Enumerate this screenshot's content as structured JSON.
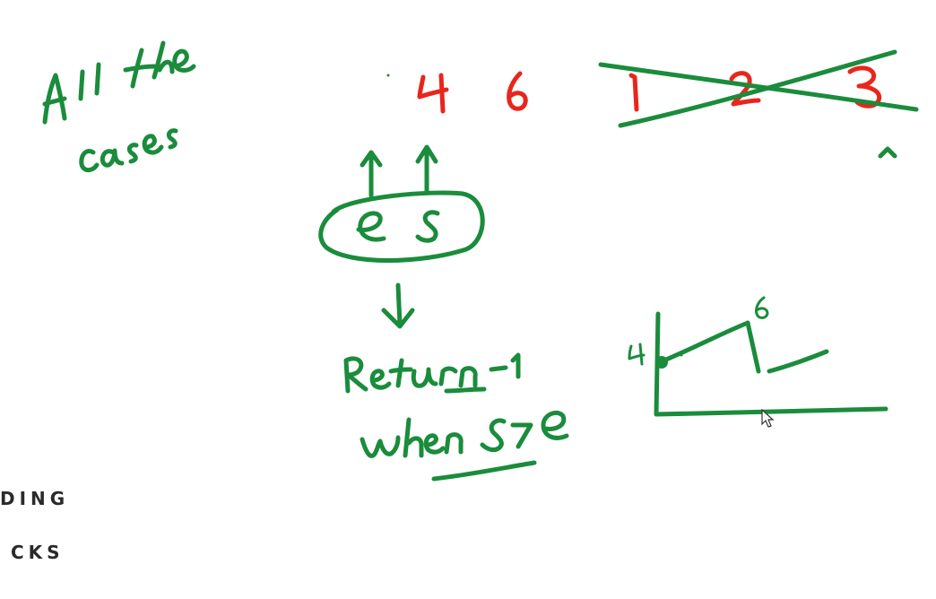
{
  "annotation": {
    "heading_line1": "All the",
    "heading_line2": "cases",
    "return_text": "Return -1",
    "when_text": "when s>e",
    "pointer_start": "e",
    "pointer_end": "s"
  },
  "array_values": {
    "rotated_tail": [
      "4",
      "6"
    ],
    "crossed_out": [
      "1",
      "2",
      "3"
    ]
  },
  "graph_labels": {
    "start_value": "4",
    "peak_value": "6"
  },
  "watermark": {
    "line1": "DING",
    "line2": "CKS"
  },
  "colors": {
    "green_ink": "#1a8c3c",
    "red_ink": "#e8261c",
    "background": "#ffffff"
  },
  "icons": {
    "cursor": "mouse-pointer-icon"
  }
}
